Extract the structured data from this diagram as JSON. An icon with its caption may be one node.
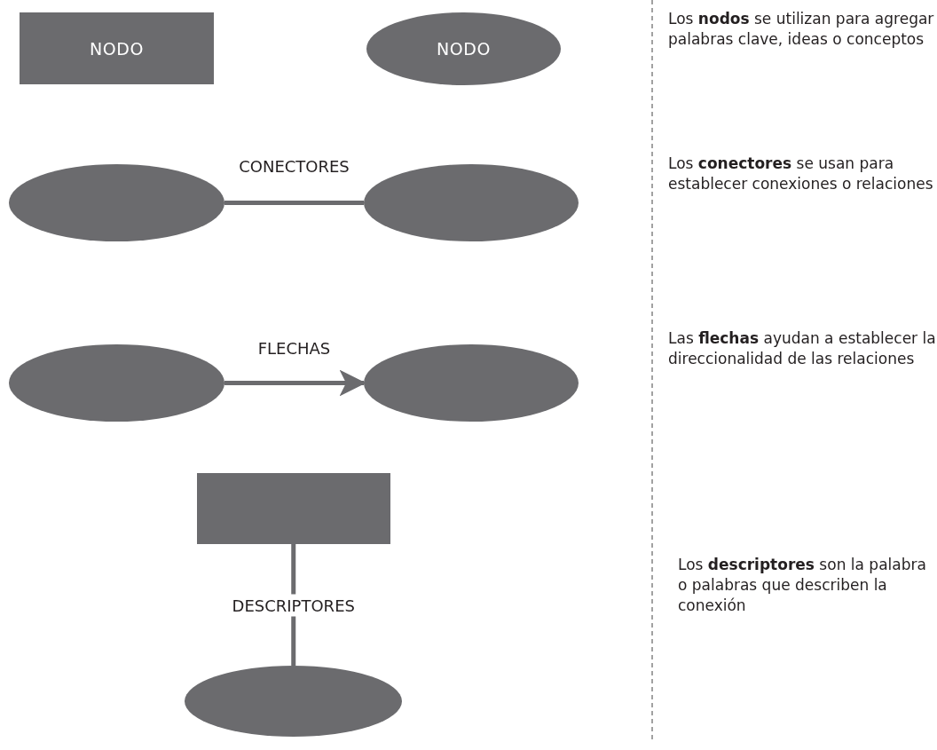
{
  "diagram": {
    "nodes": [
      {
        "text": [
          "NODO"
        ]
      },
      {
        "text": [
          "NODO"
        ]
      },
      {
        "text": [],
        "shape": "ellipse"
      },
      {
        "text": [],
        "shape": "ellipse"
      },
      {
        "text": [],
        "shape": "ellipse"
      },
      {
        "text": [],
        "shape": "ellipse"
      },
      {
        "text": [],
        "shape": "box"
      },
      {
        "text": [],
        "shape": "ellipse"
      }
    ],
    "edges": [
      {
        "from": 2,
        "to": 3,
        "arrow": "none",
        "label": "CONECTORES"
      },
      {
        "from": 4,
        "to": 5,
        "arrow": "to",
        "label": "FLECHAS"
      },
      {
        "from": 6,
        "to": 7,
        "arrow": "none",
        "label": "DESCRIPTORES"
      }
    ],
    "labels": [
      "Los **nodos** se utilizan para agregar palabras clave, ideas o conceptos",
      "Los **conectores** se usan para establecer conexiones o relaciones",
      "Las **flechas** ayudan a establecer la direccionalidad de las relaciones",
      "Los **descriptores** son la palabra o palabras que describen la conexión"
    ]
  }
}
